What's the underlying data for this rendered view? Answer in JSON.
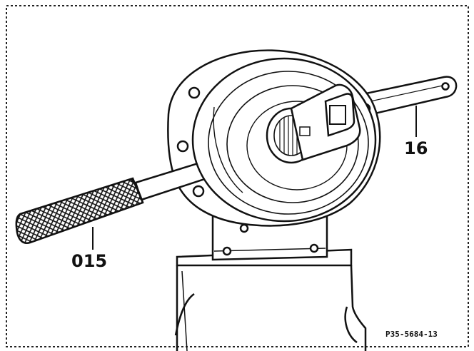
{
  "callouts": {
    "tool_label": "015",
    "part_label": "16"
  },
  "figure_ref": "P35-5684-13",
  "colors": {
    "ink": "#111111",
    "paper": "#ffffff",
    "border": "#222222"
  }
}
